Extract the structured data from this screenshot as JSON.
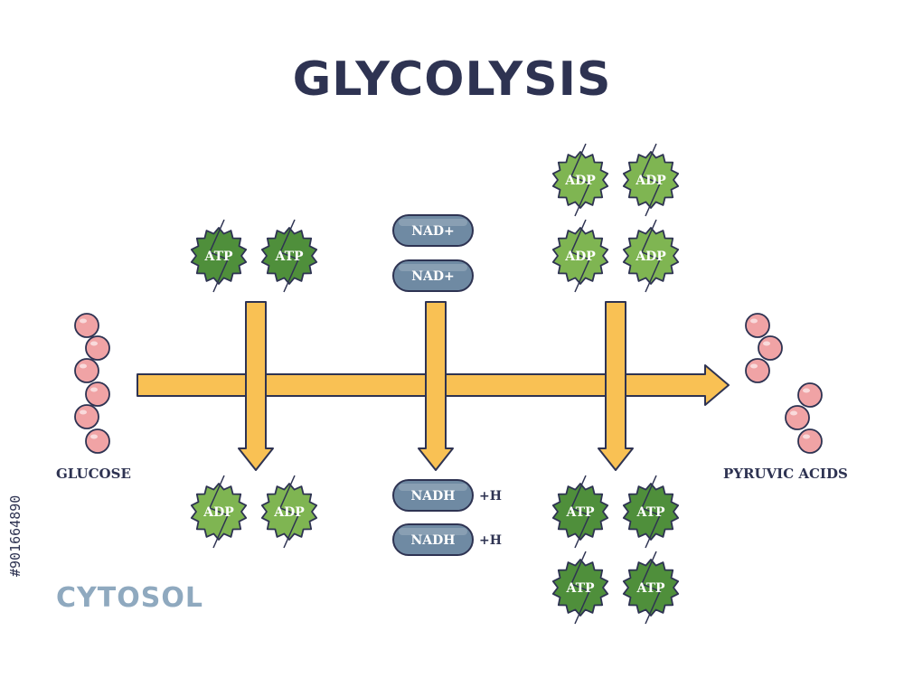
{
  "title": "GLYCOLYSIS",
  "labels": {
    "glucose": "GLUCOSE",
    "pyruvic": "PYRUVIC ACIDS",
    "cytosol": "CYTOSOL",
    "plus_h": "+H"
  },
  "stage1": {
    "inputs": [
      "ATP",
      "ATP"
    ],
    "outputs": [
      "ADP",
      "ADP"
    ]
  },
  "stage2": {
    "inputs": [
      "NAD+",
      "NAD+"
    ],
    "outputs": [
      "NADH",
      "NADH"
    ]
  },
  "stage3": {
    "inputs": [
      "ADP",
      "ADP",
      "ADP",
      "ADP"
    ],
    "outputs": [
      "ATP",
      "ATP",
      "ATP",
      "ATP"
    ]
  },
  "watermark": "#901664890",
  "colors": {
    "title": "#2e3352",
    "arrow": "#f9c154",
    "molecule": "#f0a3a5",
    "atp_dark": "#4f8f3b",
    "adp_light": "#7fb552",
    "pill": "#6f8aa3",
    "cytosol": "#8fa9bf"
  }
}
